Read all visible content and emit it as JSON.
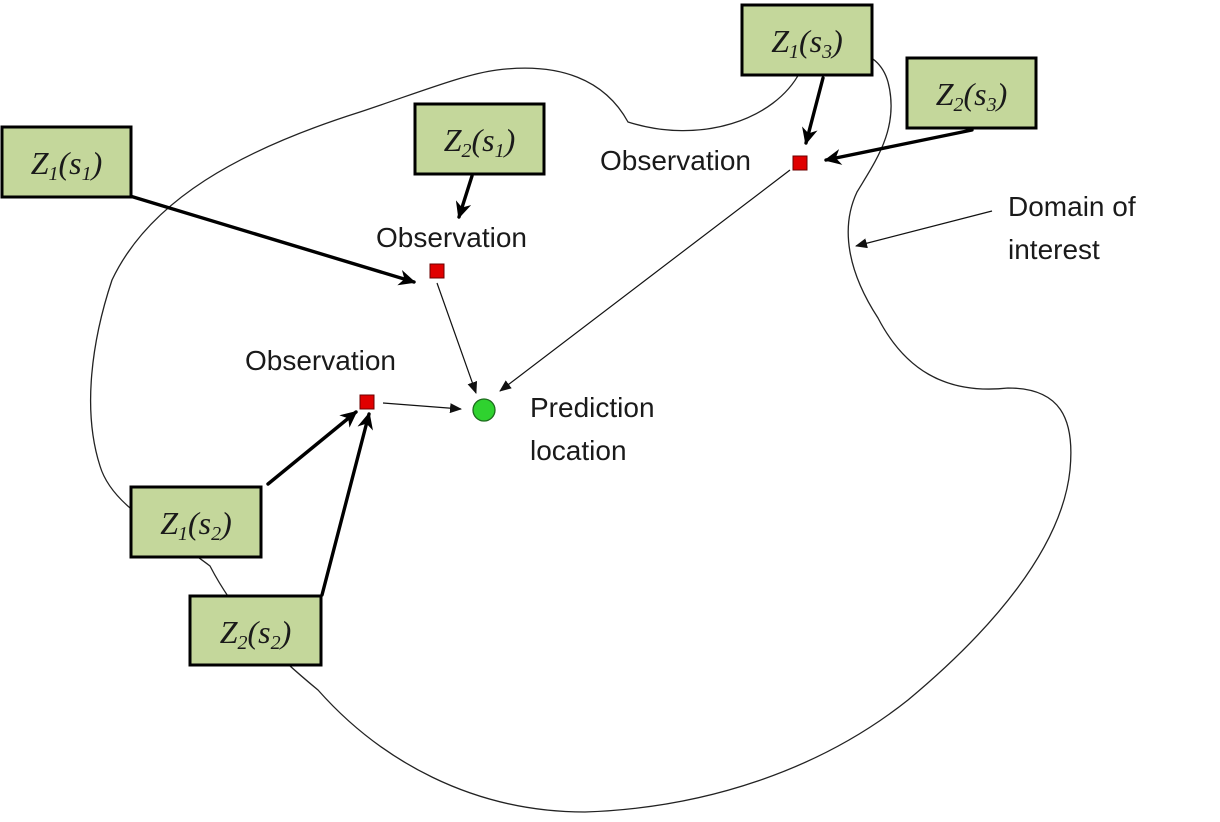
{
  "colors": {
    "observation": "#e00000",
    "prediction": "#2fd22f",
    "box_fill": "#c4d79b",
    "text": "#1a1a1a"
  },
  "domain_label": {
    "line1": "Domain of",
    "line2": "interest"
  },
  "prediction": {
    "line1": "Prediction",
    "line2": "location"
  },
  "observations": [
    {
      "label": "Observation"
    },
    {
      "label": "Observation"
    },
    {
      "label": "Observation"
    }
  ],
  "variables": [
    {
      "base": "Z",
      "var_index": "1",
      "site": "s",
      "site_index": "1"
    },
    {
      "base": "Z",
      "var_index": "2",
      "site": "s",
      "site_index": "1"
    },
    {
      "base": "Z",
      "var_index": "1",
      "site": "s",
      "site_index": "2"
    },
    {
      "base": "Z",
      "var_index": "2",
      "site": "s",
      "site_index": "2"
    },
    {
      "base": "Z",
      "var_index": "1",
      "site": "s",
      "site_index": "3"
    },
    {
      "base": "Z",
      "var_index": "2",
      "site": "s",
      "site_index": "3"
    }
  ]
}
